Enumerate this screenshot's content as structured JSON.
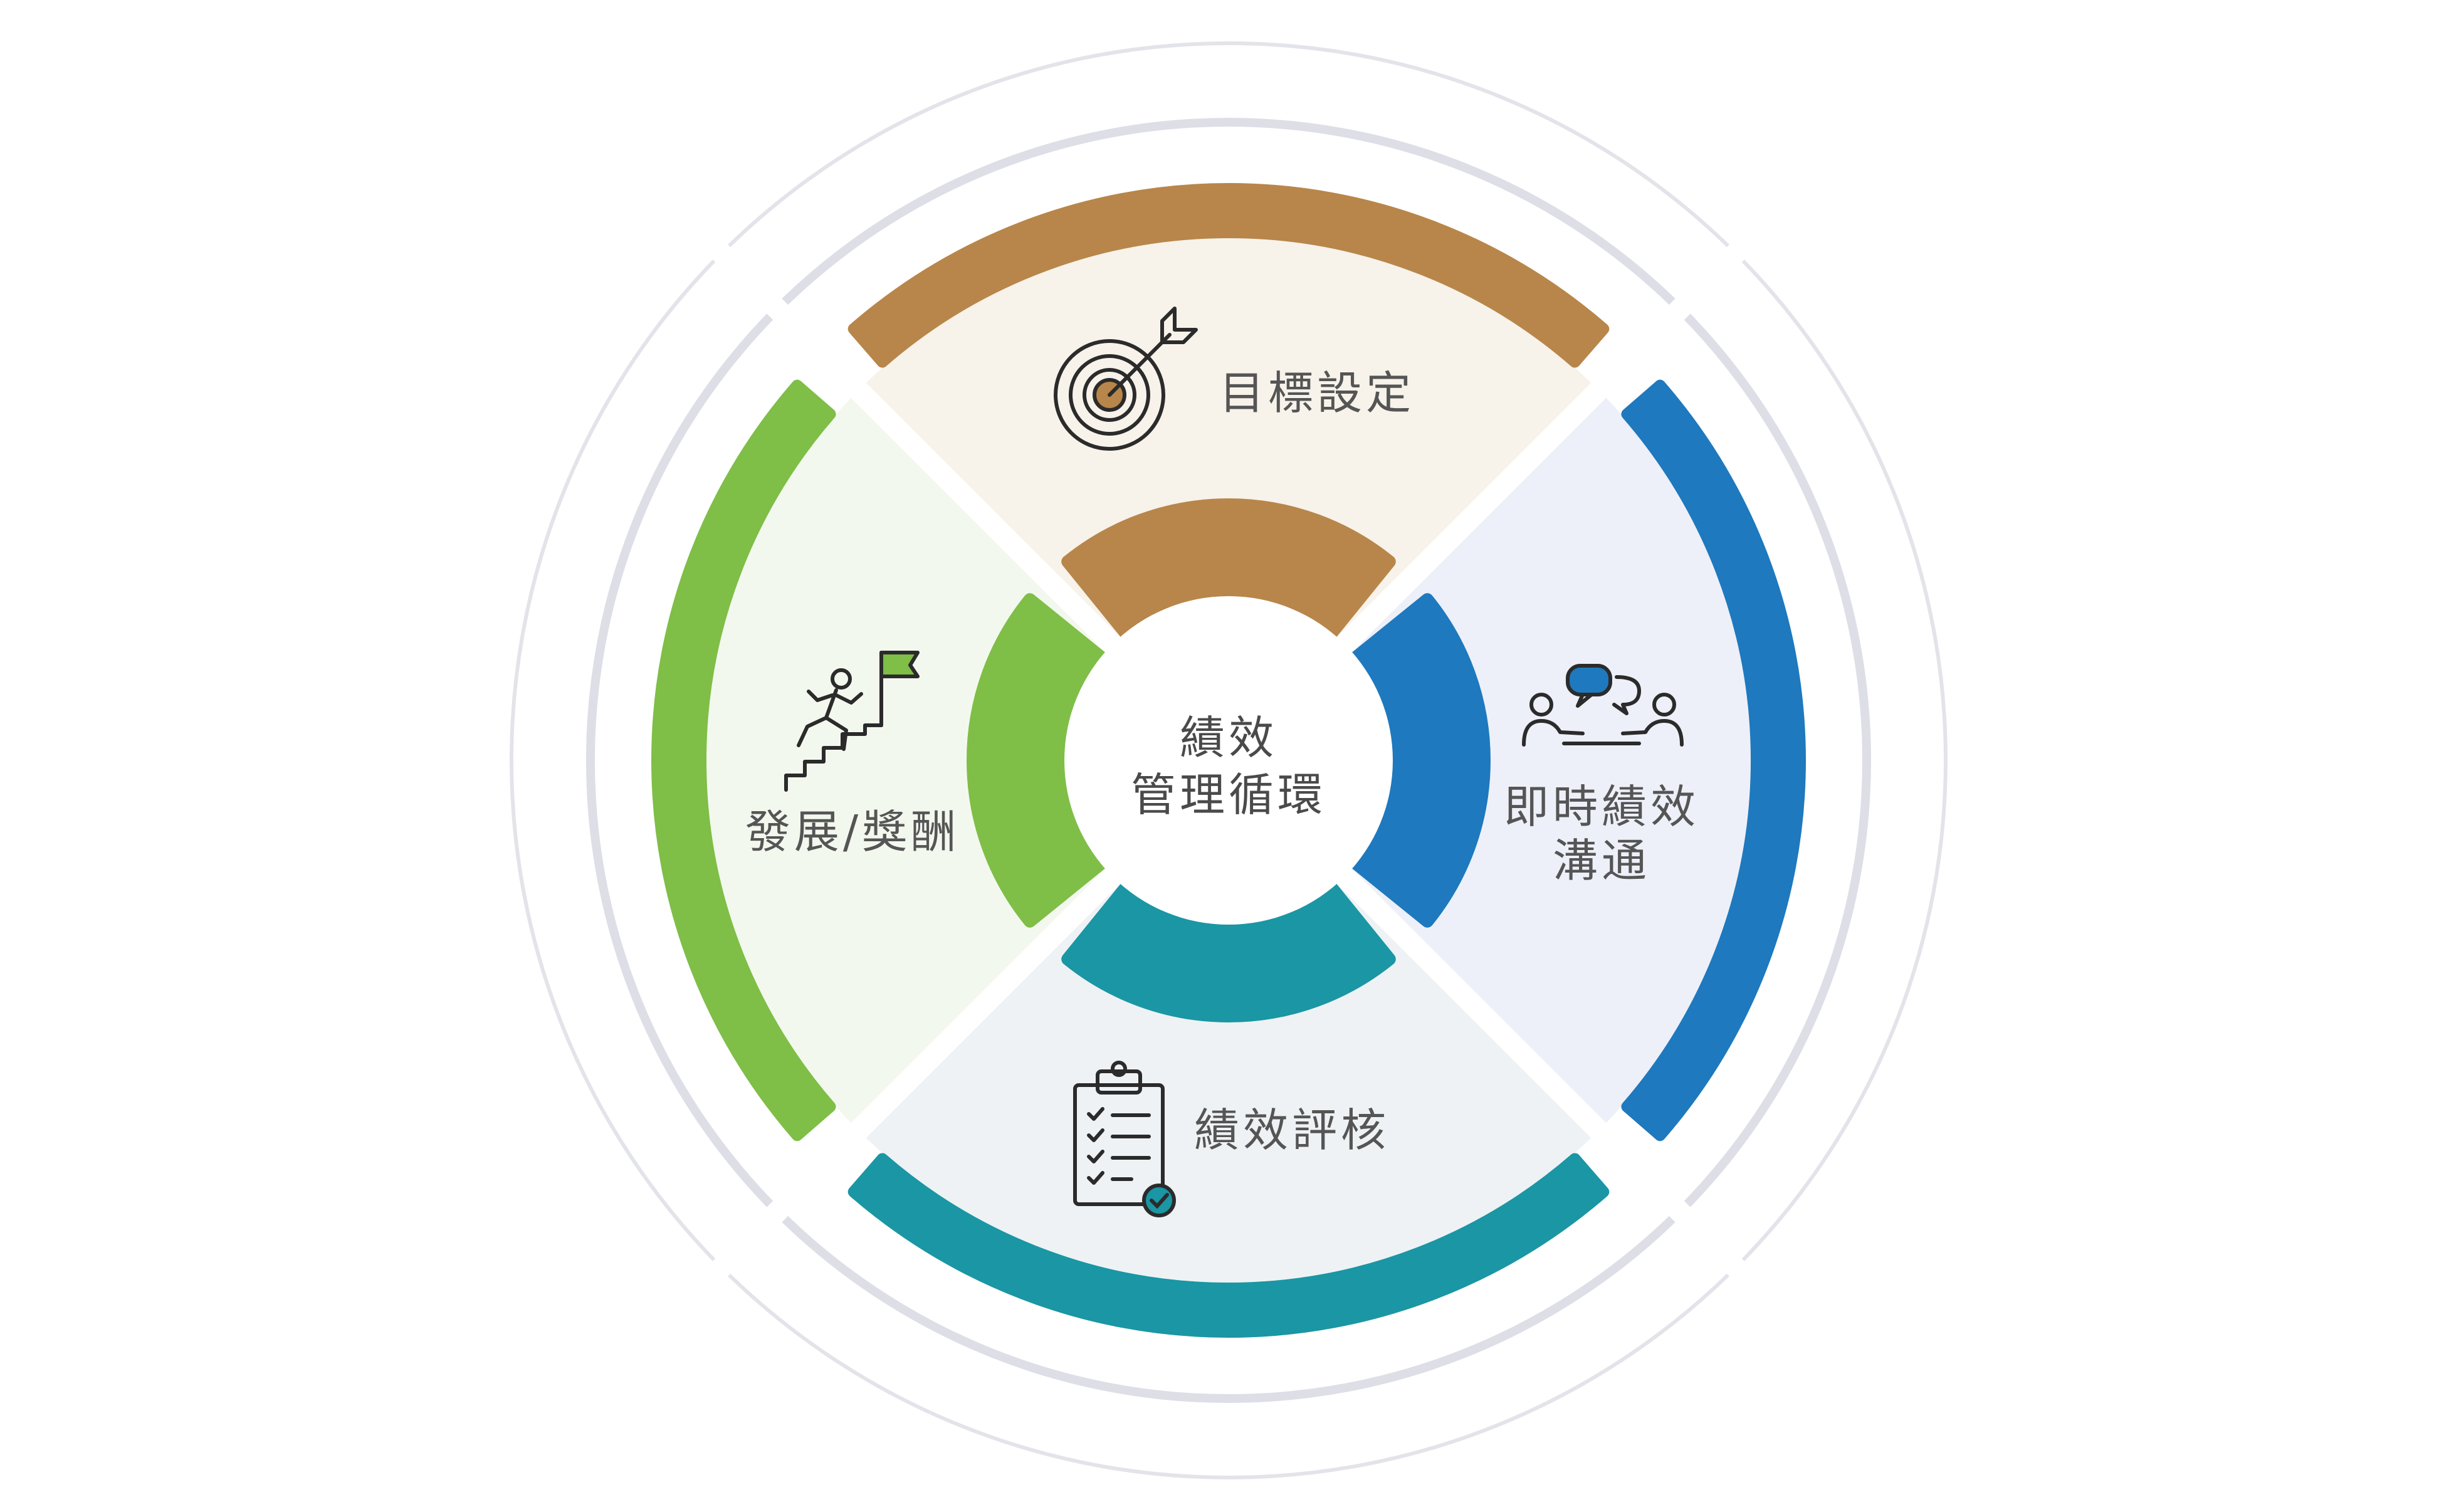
{
  "center": {
    "line1": "績效",
    "line2": "管理循環"
  },
  "segments": [
    {
      "id": "goal",
      "label_lines": [
        "目標設定"
      ],
      "icon": "target-icon",
      "accent": "#B8864A",
      "fill": "#F7F2EA"
    },
    {
      "id": "communication",
      "label_lines": [
        "即時績效",
        "溝通"
      ],
      "icon": "conversation-icon",
      "accent": "#1E79BE",
      "fill": "#EDF0F8"
    },
    {
      "id": "review",
      "label_lines": [
        "績效評核"
      ],
      "icon": "clipboard-check-icon",
      "accent": "#1A96A4",
      "fill": "#EEF2F4"
    },
    {
      "id": "development",
      "label_lines": [
        "發展/獎酬"
      ],
      "icon": "stairs-flag-icon",
      "accent": "#7FBE47",
      "fill": "#F3F8EE"
    }
  ],
  "colors": {
    "ring": "#DDDEE6",
    "divider": "#ffffff"
  }
}
